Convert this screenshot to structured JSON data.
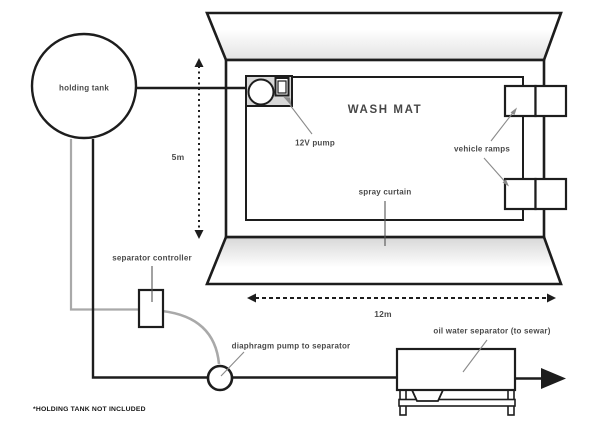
{
  "diagram": {
    "title": "WASH MAT",
    "labels": {
      "holding_tank": "holding tank",
      "pump_12v": "12V pump",
      "vehicle_ramps": "vehicle ramps",
      "spray_curtain": "spray curtain",
      "separator_controller": "separator controller",
      "diaphragm_pump": "diaphragm pump to separator",
      "oil_water_separator": "oil water separator (to sewar)"
    },
    "dimensions": {
      "mat_width": "12m",
      "mat_height": "5m"
    },
    "footnote": "*HOLDING TANK NOT INCLUDED",
    "colors": {
      "line_black": "#1d1d1d",
      "line_gray": "#a9a9a9",
      "leader_gray": "#8a8a8a",
      "pump_box_fill": "#d8d8d8",
      "text": "#4a4a4a"
    }
  }
}
